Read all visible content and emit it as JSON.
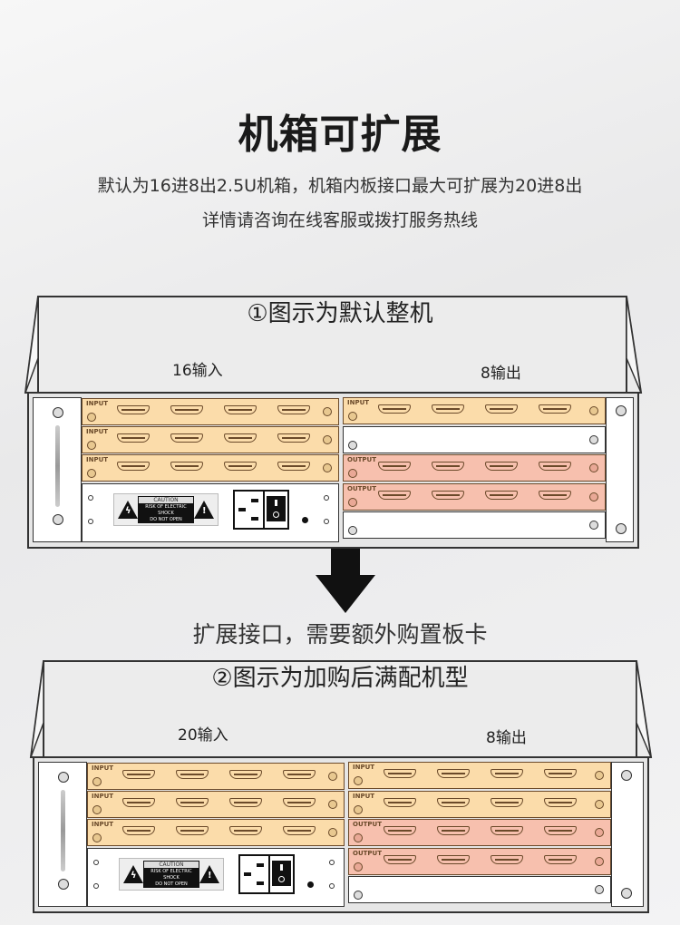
{
  "header": {
    "title": "机箱可扩展",
    "line1": "默认为16进8出2.5U机箱，机箱内板接口最大可扩展为20进8出",
    "line2": "详情请咨询在线客服或拨打服务热线"
  },
  "middle_text": "扩展接口，需要额外购置板卡",
  "caution": {
    "title": "CAUTION",
    "line1": "RISK OF ELECTRIC SHOCK",
    "line2": "DO NOT OPEN"
  },
  "colors": {
    "input_card": "#fbdcaa",
    "output_card": "#f7c0ae"
  },
  "chassis": [
    {
      "heading": "①图示为默认整机",
      "input_label": "16输入",
      "output_label": "8输出",
      "left_cards": [
        "INPUT",
        "INPUT",
        "INPUT"
      ],
      "right_cards": [
        "INPUT",
        "",
        "OUTPUT",
        "OUTPUT",
        ""
      ]
    },
    {
      "heading": "②图示为加购后满配机型",
      "input_label": "20输入",
      "output_label": "8输出",
      "left_cards": [
        "INPUT",
        "INPUT",
        "INPUT"
      ],
      "right_cards": [
        "INPUT",
        "INPUT",
        "OUTPUT",
        "OUTPUT",
        ""
      ]
    }
  ]
}
